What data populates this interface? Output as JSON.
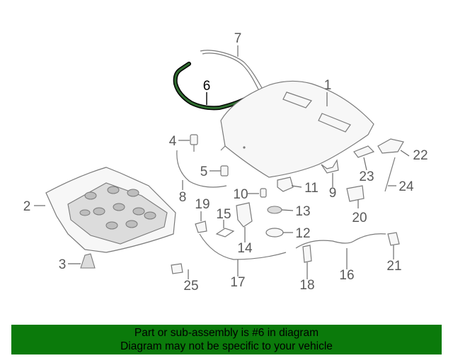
{
  "diagram": {
    "highlighted_part": "6",
    "highlight_color": "#2f6b2f",
    "callouts": [
      "1",
      "2",
      "3",
      "4",
      "5",
      "6",
      "7",
      "8",
      "9",
      "10",
      "11",
      "12",
      "13",
      "14",
      "15",
      "16",
      "17",
      "18",
      "19",
      "20",
      "21",
      "22",
      "23",
      "24",
      "25"
    ]
  },
  "banner": {
    "line1": "Part or sub-assembly is #6 in diagram",
    "line2": "Diagram may not be specific to your vehicle",
    "background": "#0b7a0b"
  }
}
